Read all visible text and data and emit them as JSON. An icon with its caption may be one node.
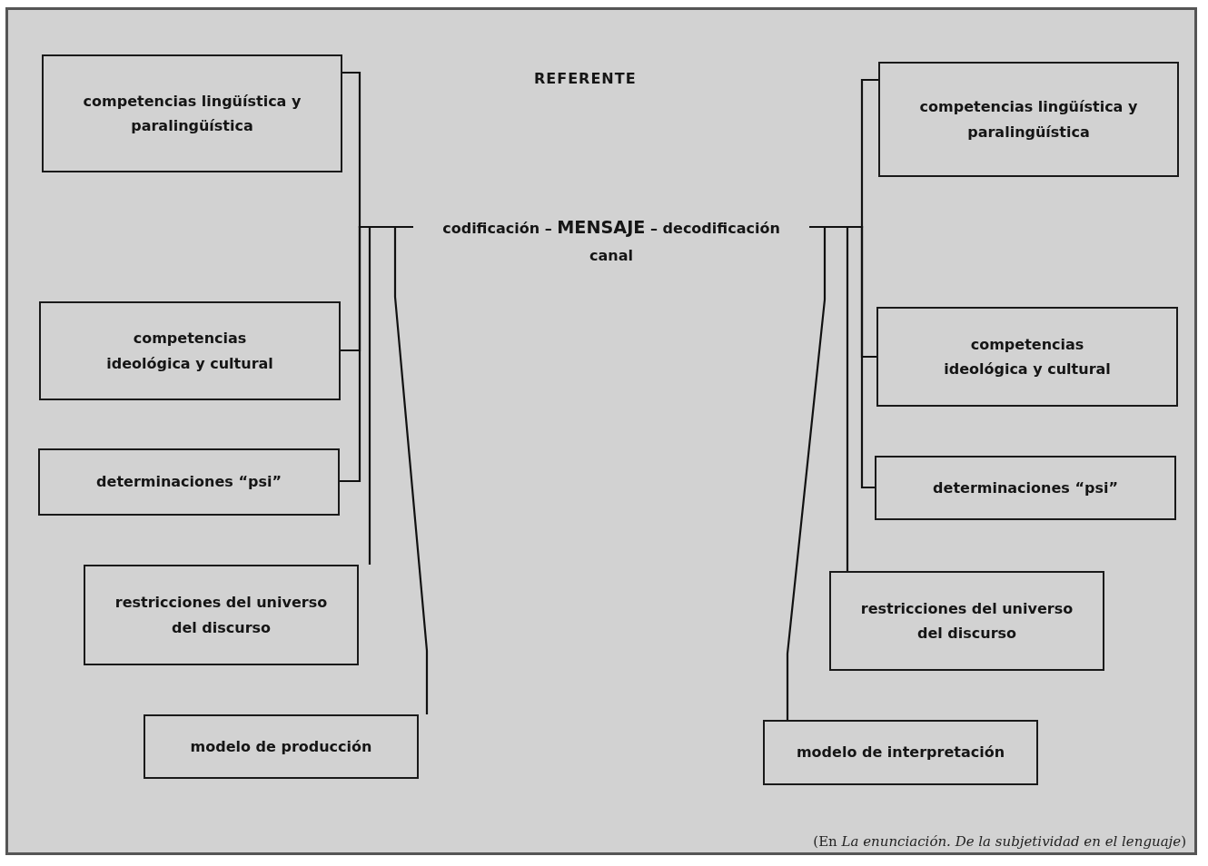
{
  "diagram": {
    "caption": "(En *La enunciación. De la subjetividad en el lenguaje*)",
    "nodes": [
      {
        "text": [
          "competencias lingüística y paralingüística"
        ]
      },
      {
        "text": [
          "competencias lingüística y paralingüística"
        ]
      },
      {
        "text": [
          "codificación – **MENSAJE** – decodificación",
          "canal"
        ]
      },
      {
        "text": [
          "competencias ideológica y cultural"
        ]
      },
      {
        "text": [
          "competencias ideológica y cultural"
        ]
      },
      {
        "text": [
          "determinaciones “psi”"
        ]
      },
      {
        "text": [
          "determinaciones “psi”"
        ]
      },
      {
        "text": [
          "restricciones del universo del discurso"
        ]
      },
      {
        "text": [
          "restricciones del universo del discurso"
        ]
      },
      {
        "text": [
          "modelo de producción"
        ]
      },
      {
        "text": [
          "modelo de interpretación"
        ]
      }
    ],
    "edges": [
      {
        "from": 0,
        "to": 2,
        "arrow": "none"
      },
      {
        "from": 3,
        "to": 2,
        "arrow": "none"
      },
      {
        "from": 5,
        "to": 2,
        "arrow": "none"
      },
      {
        "from": 7,
        "to": 2,
        "arrow": "none"
      },
      {
        "from": 9,
        "to": 2,
        "arrow": "none"
      },
      {
        "from": 1,
        "to": 2,
        "arrow": "none"
      },
      {
        "from": 4,
        "to": 2,
        "arrow": "none"
      },
      {
        "from": 6,
        "to": 2,
        "arrow": "none"
      },
      {
        "from": 8,
        "to": 2,
        "arrow": "none"
      },
      {
        "from": 10,
        "to": 2,
        "arrow": "none"
      }
    ],
    "labels": [
      "REFERENTE"
    ]
  }
}
